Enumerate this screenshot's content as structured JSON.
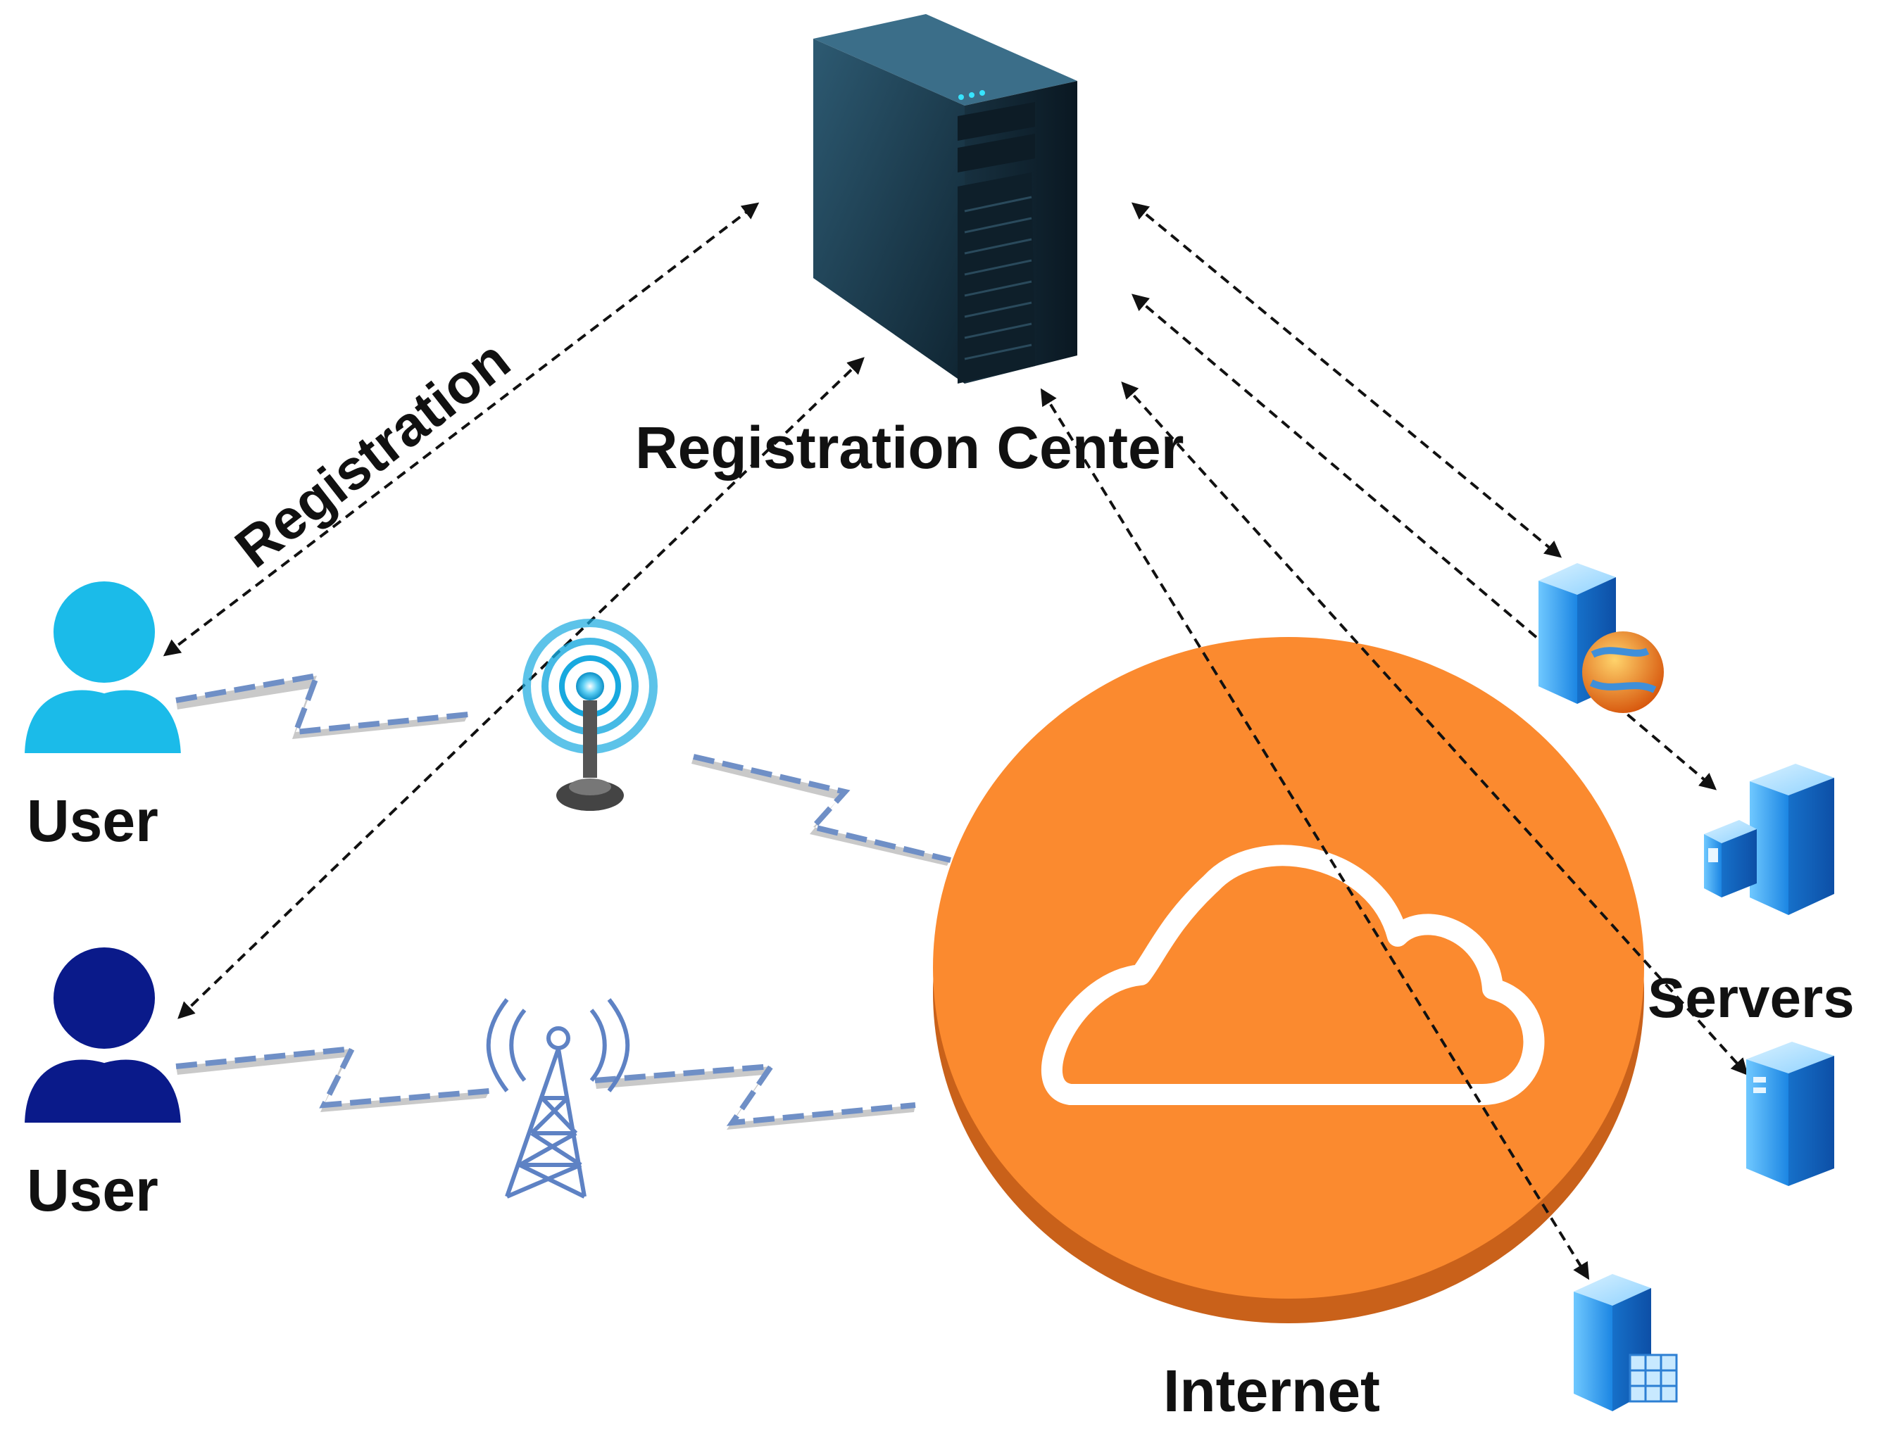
{
  "labels": {
    "registration": "Registration",
    "registration_center": "Registration Center",
    "user_top": "User",
    "user_bottom": "User",
    "servers": "Servers",
    "internet": "Internet"
  },
  "colors": {
    "user_top": "#1bbbe9",
    "user_bottom": "#0a1a8a",
    "cloud": "#fb8a2f",
    "cloud_edge": "#c9611a",
    "server_body": "#1b3a4c",
    "server_blue": "#1c8ce8",
    "link_dash": "#6f8fc6",
    "link_fill": "#c9c9c9",
    "arrow": "#111111"
  },
  "icons": {
    "registration_center": "tower-server-icon",
    "user_top": "user-icon",
    "user_bottom": "user-icon",
    "wifi_antenna": "wifi-antenna-icon",
    "cell_tower": "cell-tower-icon",
    "internet": "cloud-icon",
    "server_1": "web-server-icon",
    "server_2": "application-server-icon",
    "server_3": "server-icon",
    "server_4": "database-server-icon"
  }
}
